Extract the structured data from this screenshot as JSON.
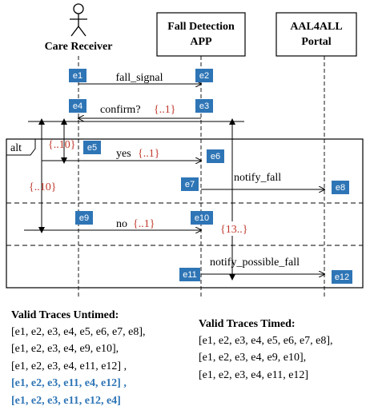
{
  "actors": {
    "care_receiver": "Care Receiver",
    "fall_app_line1": "Fall Detection",
    "fall_app_line2": "APP",
    "portal_line1": "AAL4ALL",
    "portal_line2": "Portal"
  },
  "messages": {
    "fall_signal": "fall_signal",
    "confirm": "confirm?",
    "confirm_t": "{..1}",
    "yes": "yes",
    "yes_t": "{..1}",
    "notify_fall": "notify_fall",
    "no": "no",
    "no_t": "{..1}",
    "notify_possible_fall": "notify_possible_fall"
  },
  "constraints": {
    "c10a": "{..10}",
    "c10b": "{..10}",
    "c13": "{13..}"
  },
  "fragment_label": "alt",
  "events": [
    "e1",
    "e2",
    "e3",
    "e4",
    "e5",
    "e6",
    "e7",
    "e8",
    "e9",
    "e10",
    "e11",
    "e12"
  ],
  "colors": {
    "event_box": "#2e75b6",
    "timing": "#c0392b",
    "highlight_trace": "#2e75b6"
  },
  "traces_untimed": {
    "title": "Valid Traces Untimed:",
    "items": [
      "[e1, e2, e3, e4, e5, e6, e7, e8],",
      "[e1, e2, e3, e4, e9, e10],",
      "[e1, e2, e3, e4, e11, e12] ,",
      "[e1, e2, e3, e11, e4, e12] ,",
      "[e1, e2, e3, e11, e12, e4]"
    ]
  },
  "traces_timed": {
    "title": "Valid Traces Timed:",
    "items": [
      "[e1, e2, e3, e4, e5, e6, e7, e8],",
      "[e1, e2, e3, e4, e9, e10],",
      "[e1, e2, e3, e4, e11, e12]"
    ]
  }
}
